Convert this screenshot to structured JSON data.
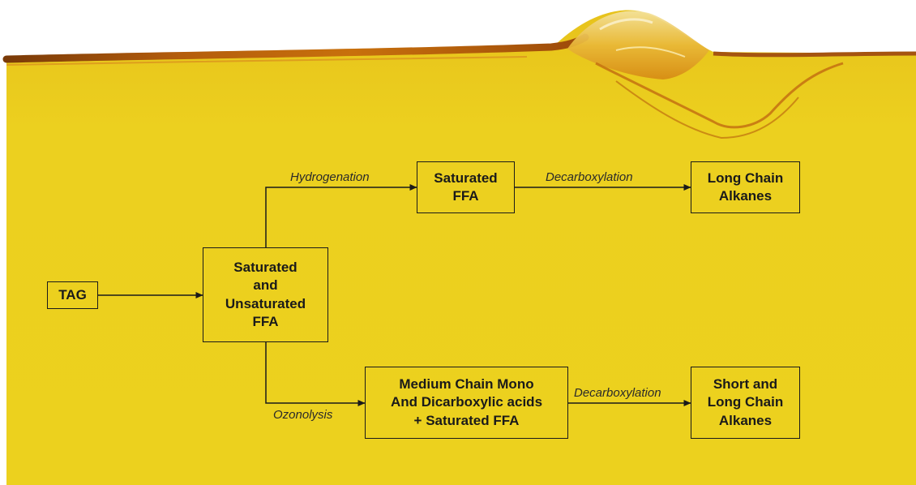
{
  "colors": {
    "oil_yellow": "#ecd01f",
    "oil_amber": "#c8700c",
    "line": "#1a1a1a"
  },
  "nodes": {
    "tag": "TAG",
    "ffa_mix": "Saturated\nand\nUnsaturated\nFFA",
    "saturated_ffa": "Saturated\nFFA",
    "long_chain_alkanes": "Long Chain\nAlkanes",
    "medium_chain_acids": "Medium Chain Mono\nAnd Dicarboxylic acids\n+ Saturated FFA",
    "short_long_alkanes": "Short and\nLong Chain\nAlkanes"
  },
  "edges": {
    "hydrogenation": "Hydrogenation",
    "decarboxylation_top": "Decarboxylation",
    "ozonolysis": "Ozonolysis",
    "decarboxylation_bottom": "Decarboxylation"
  }
}
